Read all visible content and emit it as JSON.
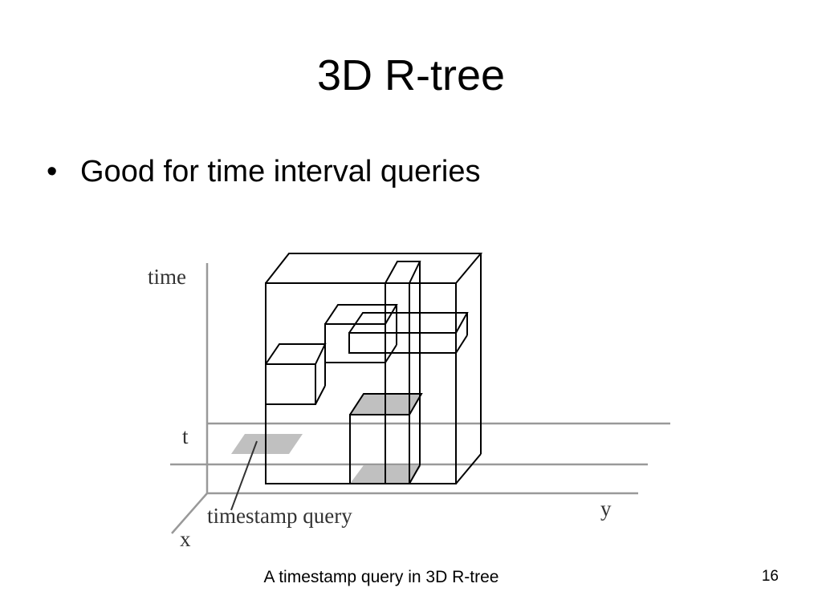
{
  "slide": {
    "title": "3D R-tree",
    "bullets": [
      {
        "symbol": "•",
        "text": "Good for time interval queries"
      }
    ],
    "caption": "A timestamp query in 3D R-tree",
    "page_number": "16"
  },
  "diagram": {
    "labels": {
      "time_axis": "time",
      "t_marker": "t",
      "y_axis": "y",
      "x_axis": "x",
      "query_label": "timestamp query"
    },
    "colors": {
      "axis": "#999999",
      "box_edge": "#000000",
      "query_fill": "#c0c0c0"
    }
  }
}
